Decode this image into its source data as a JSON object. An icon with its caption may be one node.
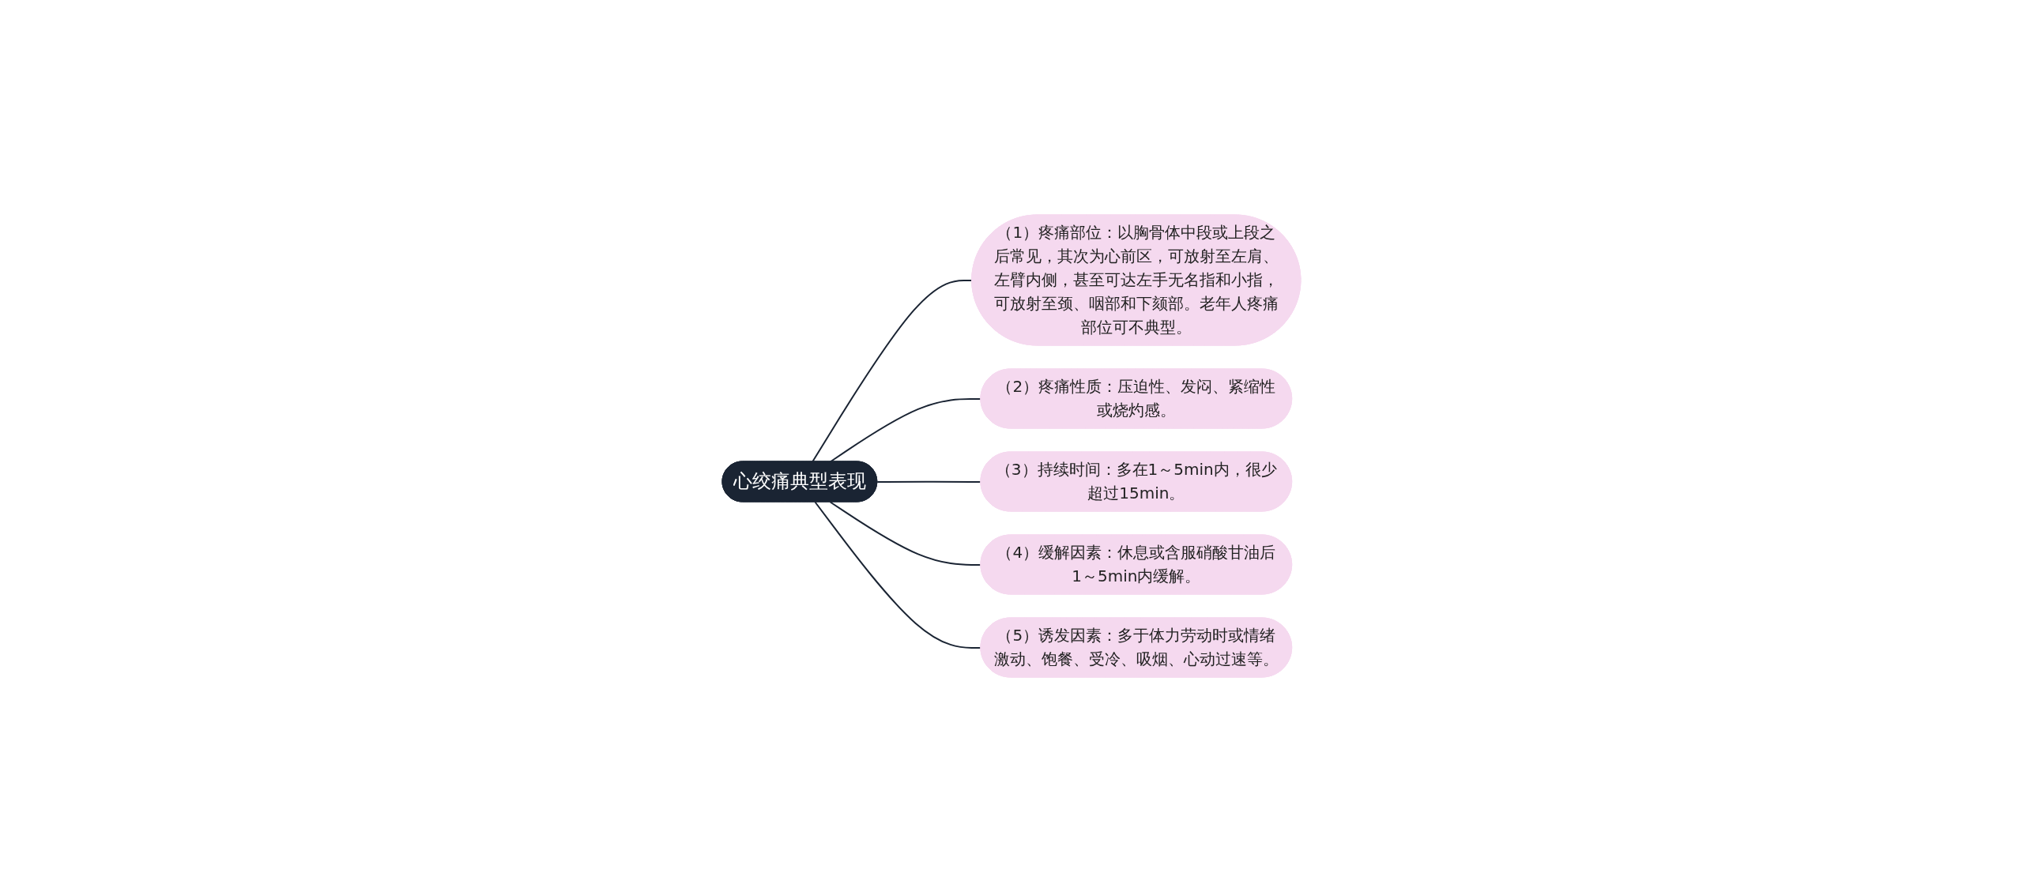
{
  "diagram": {
    "nodes": [
      {
        "text": [
          "心绞痛典型表现"
        ]
      },
      {
        "text": [
          "（1）疼痛部位：以胸骨体中段或上段之后常见，其次为心前区，可放射至左肩、左臂内侧，甚至可达左手无名指和小指，可放射至颈、咽部和下颏部。老年人疼痛部位可不典型。"
        ]
      },
      {
        "text": [
          "（2）疼痛性质：压迫性、发闷、紧缩性或烧灼感。"
        ]
      },
      {
        "text": [
          "（3）持续时间：多在1～5min内，很少超过15min。"
        ]
      },
      {
        "text": [
          "（4）缓解因素：休息或含服硝酸甘油后1～5min内缓解。"
        ]
      },
      {
        "text": [
          "（5）诱发因素：多于体力劳动时或情绪激动、饱餐、受冷、吸烟、心动过速等。"
        ]
      }
    ],
    "edges": [
      {
        "from": 0,
        "to": 1,
        "arrow": "none"
      },
      {
        "from": 0,
        "to": 2,
        "arrow": "none"
      },
      {
        "from": 0,
        "to": 3,
        "arrow": "none"
      },
      {
        "from": 0,
        "to": 4,
        "arrow": "none"
      },
      {
        "from": 0,
        "to": 5,
        "arrow": "none"
      }
    ]
  }
}
